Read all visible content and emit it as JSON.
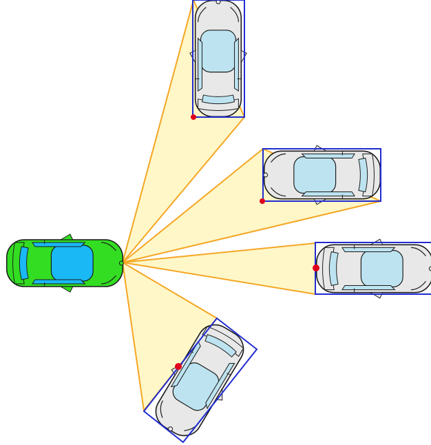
{
  "colors": {
    "background": "#ffffff",
    "fov_fill": "#fff7c8",
    "fov_stroke": "#f5a623",
    "bbox_stroke": "#1f2bd0",
    "anchor_dot": "#e0001b",
    "ego_body": "#33dd22",
    "ego_glass": "#1ab8f5",
    "target_body": "#e8e8e8",
    "target_glass": "#bde3f0",
    "outline": "#1a1a1a"
  },
  "ego_vehicle": {
    "icon": "car-top-view-icon",
    "facing": "right"
  },
  "detections": [
    {
      "id": "top",
      "icon": "car-top-view-icon",
      "facing": "up"
    },
    {
      "id": "upper-right",
      "icon": "car-top-view-icon",
      "facing": "left"
    },
    {
      "id": "right",
      "icon": "car-top-view-icon",
      "facing": "right"
    },
    {
      "id": "lower",
      "icon": "car-top-view-icon",
      "facing": "down-left"
    }
  ]
}
